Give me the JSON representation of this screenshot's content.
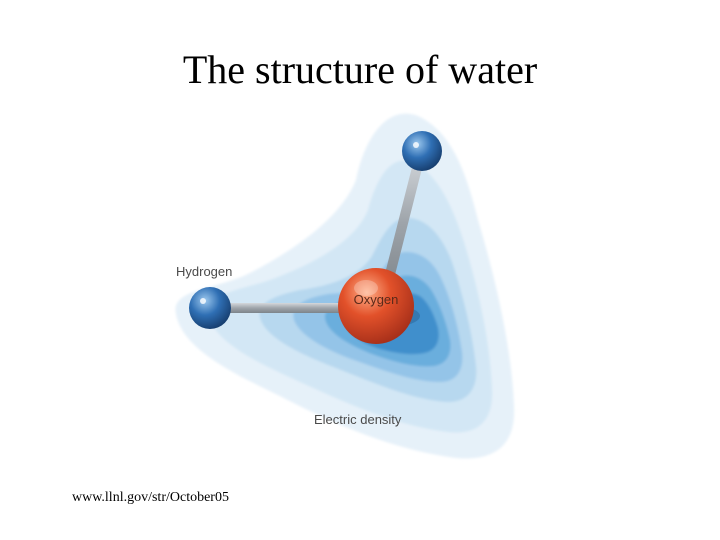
{
  "slide": {
    "title": "The structure of water",
    "source": "www.llnl.gov/str/October05"
  },
  "diagram": {
    "labels": {
      "hydrogen": "Hydrogen",
      "oxygen": "Oxygen",
      "electric_density": "Electric density"
    },
    "colors": {
      "oxygen_atom": "#e2512a",
      "hydrogen_atom": "#2f6fb4",
      "density_outer": "#e6f1f9",
      "density_inner": "#3f8fcc",
      "bond": "#9ea4aa",
      "label_text": "#4a4a4a",
      "oxygen_label": "#5a2a1a"
    }
  }
}
